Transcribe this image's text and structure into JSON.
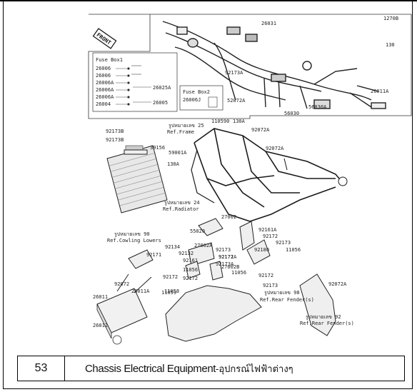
{
  "diagram": {
    "front_badge": "FRONT",
    "fuse_box_1": {
      "title": "Fuse Box1",
      "items": [
        "26006",
        "26006",
        "26006A",
        "26006A",
        "26006A",
        "26004"
      ],
      "refs": [
        "26025A",
        "26005"
      ]
    },
    "fuse_box_2": {
      "title": "Fuse Box2",
      "item": "26006J"
    },
    "harness_labels": [
      "26031",
      "1270B",
      "130",
      "92173A",
      "26011A",
      "52072A",
      "56030A",
      "56030",
      "110590",
      "130A",
      "92072A",
      "92173B"
    ],
    "frame_labels": [
      "รูปหมายเลข 25",
      "Ref.Frame",
      "92173B",
      "39156",
      "59001A",
      "130A",
      "รูปหมายเลข 24",
      "Ref.Radiator",
      "92072A",
      "27002",
      "55020",
      "รูปหมายเลข 90",
      "Ref.Cowling Lowers",
      "92171",
      "92134",
      "92132",
      "92161",
      "27002A",
      "11056",
      "92172",
      "92173",
      "92172",
      "11058",
      "92161A",
      "92172",
      "92180",
      "11056",
      "92173",
      "27002B",
      "92171A",
      "92173A",
      "11056",
      "92172",
      "92173",
      "92172",
      "รูปหมายเลข 98",
      "Ref.Rear Fender(s)",
      "92072",
      "26011",
      "26011A",
      "11059",
      "26012",
      "92072A",
      "รูปหมายเลข 92",
      "Ref.Rear Fender(s)"
    ]
  },
  "footer": {
    "page_number": "53",
    "title_en": "Chassis Electrical Equipment",
    "title_th": "-อุปกรณ์ไฟฟ้าต่างๆ"
  }
}
